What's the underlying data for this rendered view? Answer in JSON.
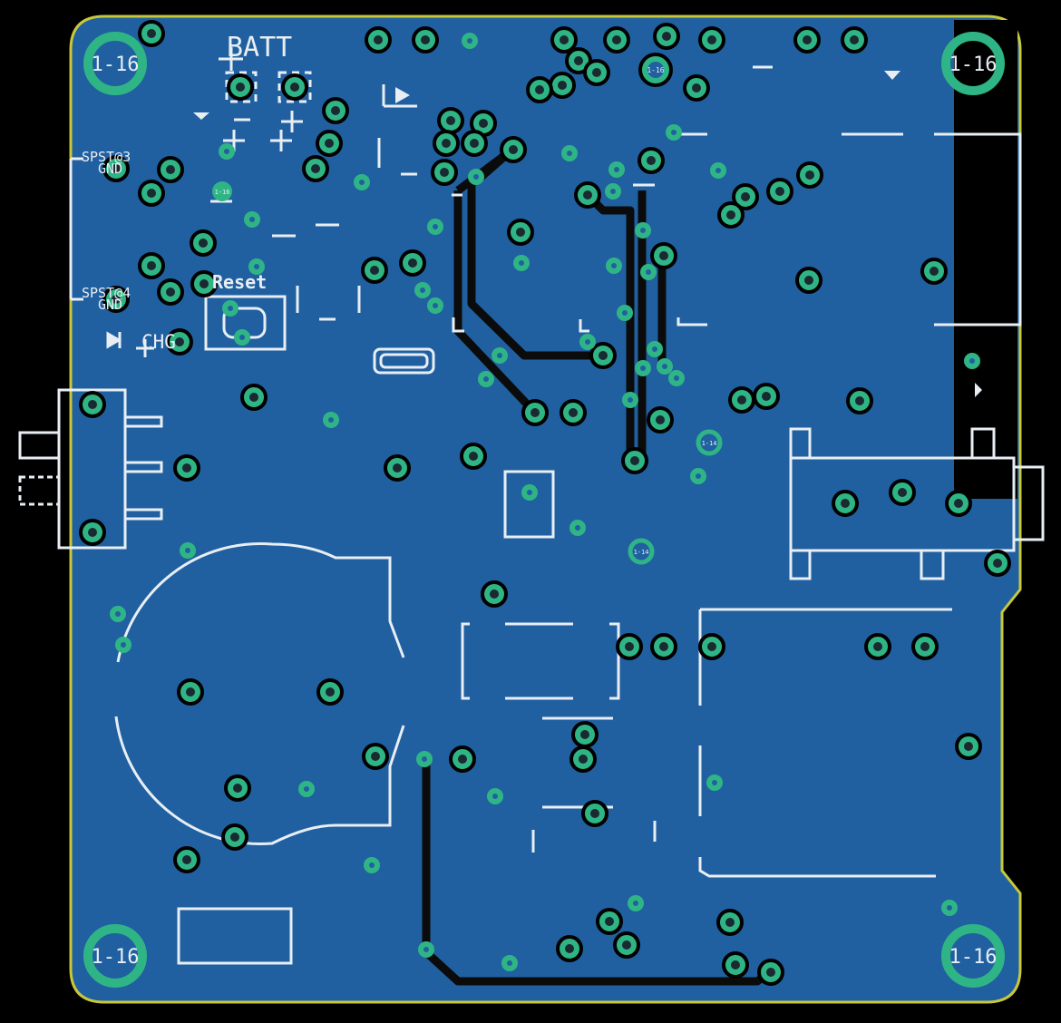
{
  "colors": {
    "board": "#2060a0",
    "outline": "#c8c83a",
    "pad": "#2fb585",
    "silk": "#e8eef4",
    "background": "#000000"
  },
  "silkscreen": {
    "batt": "BATT",
    "reset": "Reset",
    "chg": "CHG",
    "spst3": "SPST@3",
    "spst4": "SPST@4",
    "gnd1": "GND",
    "gnd2": "GND"
  },
  "mounting_holes": [
    "1-16",
    "1-16",
    "1-16",
    "1-16"
  ],
  "via_labels": {
    "v1": "1-16",
    "v2": "1-14",
    "v3": "1-14",
    "v4": "1-16"
  }
}
